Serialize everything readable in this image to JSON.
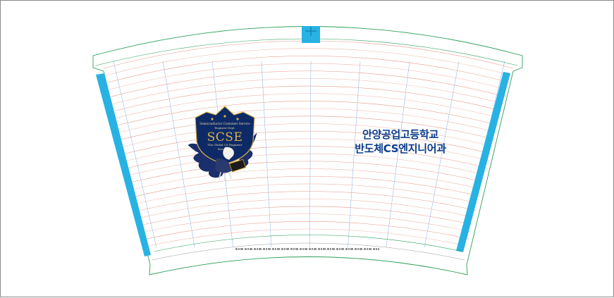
{
  "title": {
    "line1": "안양공업고등학교",
    "line2": "반도체CS엔지니어과"
  },
  "emblem": {
    "acronym": "SCSE",
    "arc_text": "Semiconductor Customer Service",
    "subtitle": "Engineer Dept.",
    "tagline": "The Global CS Engineer",
    "since": "Since 2023"
  },
  "colors": {
    "accent_cyan": "#27b2e3",
    "outline_green": "#2e9e5a",
    "guide_red": "#e89a8a",
    "guide_blue": "#8fb8e8",
    "title_navy": "#0b3d8c",
    "emblem_navy": "#0e2a66",
    "emblem_gold": "#d9b24a"
  }
}
